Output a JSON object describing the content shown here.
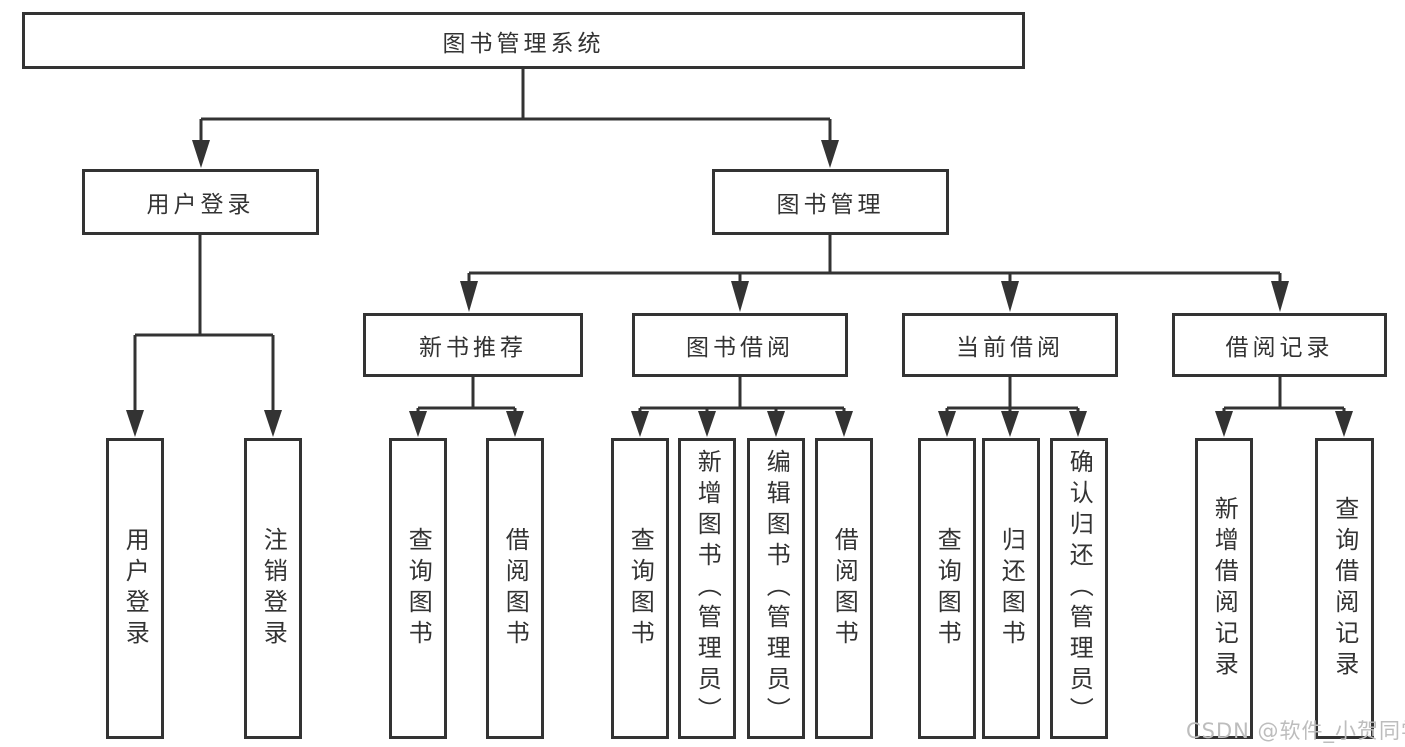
{
  "tree": {
    "root": {
      "label": "图书管理系统"
    },
    "login": {
      "label": "用户登录",
      "children": [
        {
          "label": "用户登录"
        },
        {
          "label": "注销登录"
        }
      ]
    },
    "manage": {
      "label": "图书管理",
      "groups": [
        {
          "label": "新书推荐",
          "children": [
            {
              "label": "查询图书"
            },
            {
              "label": "借阅图书"
            }
          ]
        },
        {
          "label": "图书借阅",
          "children": [
            {
              "label": "查询图书"
            },
            {
              "label": "新增图书（管理员）"
            },
            {
              "label": "编辑图书（管理员）"
            },
            {
              "label": "借阅图书"
            }
          ]
        },
        {
          "label": "当前借阅",
          "children": [
            {
              "label": "查询图书"
            },
            {
              "label": "归还图书"
            },
            {
              "label": "确认归还（管理员）"
            }
          ]
        },
        {
          "label": "借阅记录",
          "children": [
            {
              "label": "新增借阅记录"
            },
            {
              "label": "查询借阅记录"
            }
          ]
        }
      ]
    }
  },
  "watermark": {
    "text": "CSDN @软件_小贺同学"
  },
  "colors": {
    "line": "#333333",
    "text": "#333333",
    "box_background": "#ffffff",
    "page_background": "#ffffff",
    "watermark": "#bdbdbd"
  }
}
